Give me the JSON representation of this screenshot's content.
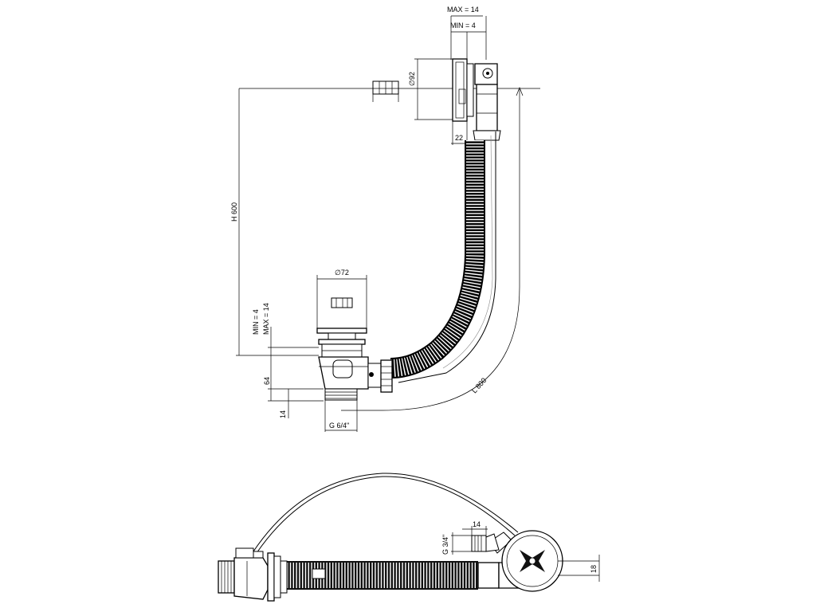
{
  "dimensions": {
    "top_max": "MAX = 14",
    "top_min": "MIN = 4",
    "overflow_diameter": "∅92",
    "overflow_depth": "22",
    "height": "H 600",
    "drain_diameter": "∅72",
    "drain_min": "MIN = 4",
    "drain_max": "MAX = 14",
    "drain_height": "64",
    "thread_height": "14",
    "thread_size": "G 6/4\"",
    "hose_length": "L 800",
    "side_thread_size": "G 3/4\"",
    "side_thread_len": "14",
    "side_height": "18"
  }
}
